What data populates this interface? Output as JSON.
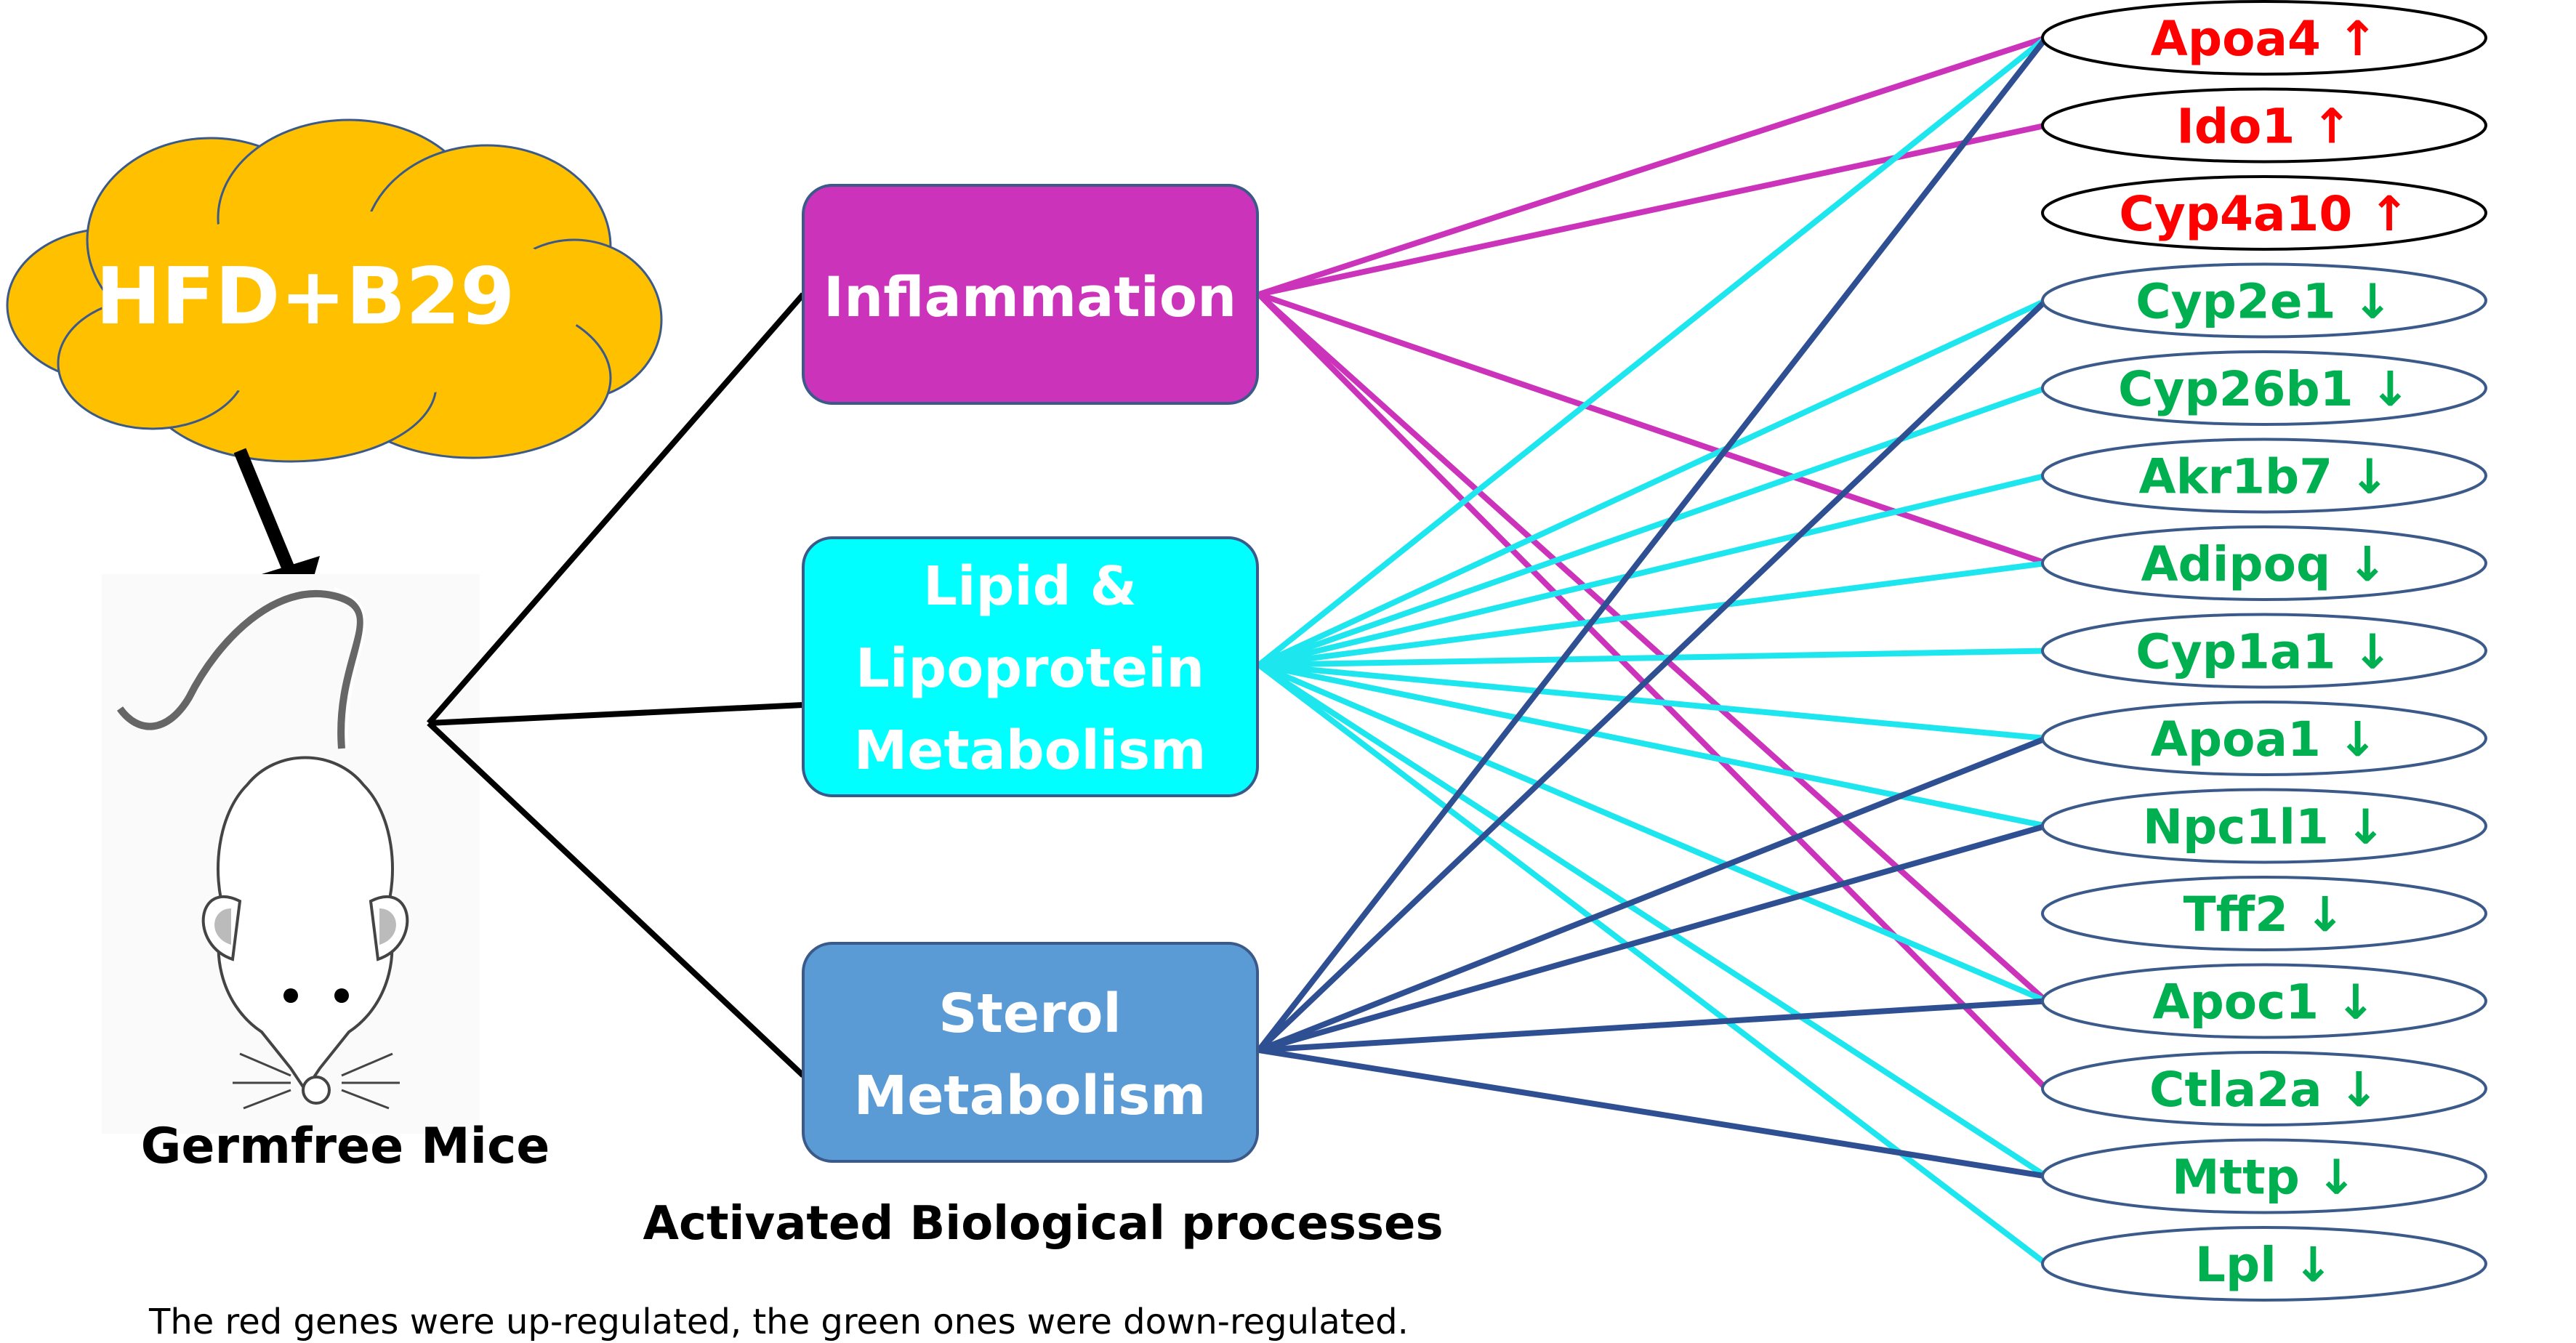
{
  "treatment": {
    "label": "HFD+B29",
    "color": "#FFC000"
  },
  "subject": {
    "label": "Germfree Mice"
  },
  "processes_caption": "Activated Biological processes",
  "footnote": "The red genes were up-regulated, the green ones were down-regulated.",
  "colors": {
    "up": "#FF0000",
    "down": "#00B050",
    "inflammation": "#CC33BB",
    "lipid": "#00FFFF",
    "sterol": "#5B9BD5",
    "sterol_line": "#2F4F93",
    "lipid_line": "#1EE6EE",
    "connector": "#000000"
  },
  "processes": [
    {
      "id": "inflammation",
      "lines": [
        "Inflammation"
      ]
    },
    {
      "id": "lipid",
      "lines": [
        "Lipid &",
        "Lipoprotein",
        "Metabolism"
      ]
    },
    {
      "id": "sterol",
      "lines": [
        "Sterol",
        "Metabolism"
      ]
    }
  ],
  "genes": [
    {
      "name": "Apoa4",
      "arrow": "↑",
      "direction": "up"
    },
    {
      "name": "Ido1",
      "arrow": "↑",
      "direction": "up"
    },
    {
      "name": "Cyp4a10",
      "arrow": "↑",
      "direction": "up"
    },
    {
      "name": "Cyp2e1",
      "arrow": "↓",
      "direction": "down"
    },
    {
      "name": "Cyp26b1",
      "arrow": "↓",
      "direction": "down"
    },
    {
      "name": "Akr1b7",
      "arrow": "↓",
      "direction": "down"
    },
    {
      "name": "Adipoq",
      "arrow": "↓",
      "direction": "down"
    },
    {
      "name": "Cyp1a1",
      "arrow": "↓",
      "direction": "down"
    },
    {
      "name": "Apoa1",
      "arrow": "↓",
      "direction": "down"
    },
    {
      "name": "Npc1l1",
      "arrow": "↓",
      "direction": "down"
    },
    {
      "name": "Tff2",
      "arrow": "↓",
      "direction": "down"
    },
    {
      "name": "Apoc1",
      "arrow": "↓",
      "direction": "down"
    },
    {
      "name": "Ctla2a",
      "arrow": "↓",
      "direction": "down"
    },
    {
      "name": "Mttp",
      "arrow": "↓",
      "direction": "down"
    },
    {
      "name": "Lpl",
      "arrow": "↓",
      "direction": "down"
    }
  ],
  "links": {
    "inflammation": [
      0,
      1,
      6,
      11,
      12
    ],
    "lipid": [
      0,
      3,
      4,
      5,
      6,
      7,
      8,
      9,
      11,
      13,
      14
    ],
    "sterol": [
      0,
      3,
      8,
      9,
      11,
      13
    ]
  }
}
